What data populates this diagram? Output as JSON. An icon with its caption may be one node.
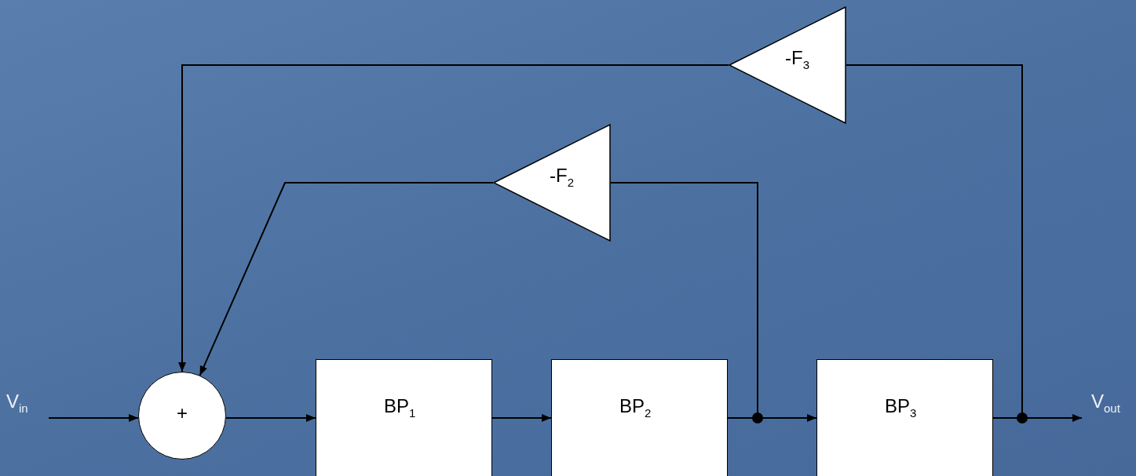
{
  "diagram": {
    "nodes": [
      {
        "text": [
          "V$_{in}$"
        ]
      },
      {
        "text": [
          "+"
        ]
      },
      {
        "text": [
          "BP$_{1}$"
        ]
      },
      {
        "text": [
          "BP$_{2}$"
        ]
      },
      {
        "text": [
          "BP$_{3}$"
        ]
      },
      {
        "text": [
          "V$_{out}$"
        ]
      },
      {
        "text": [
          "-F$_{3}$"
        ]
      },
      {
        "text": [
          "-F$_{2}$"
        ]
      }
    ],
    "edges": [
      {
        "from": 0,
        "to": 1,
        "arrow": "to"
      },
      {
        "from": 1,
        "to": 2,
        "arrow": "to"
      },
      {
        "from": 2,
        "to": 3,
        "arrow": "to"
      },
      {
        "from": 3,
        "to": 4,
        "arrow": "to"
      },
      {
        "from": 4,
        "to": 5,
        "arrow": "to"
      },
      {
        "from": 3,
        "to": 7,
        "arrow": "none"
      },
      {
        "from": 7,
        "to": 1,
        "arrow": "to"
      },
      {
        "from": 4,
        "to": 6,
        "arrow": "none"
      },
      {
        "from": 6,
        "to": 1,
        "arrow": "to"
      }
    ]
  }
}
